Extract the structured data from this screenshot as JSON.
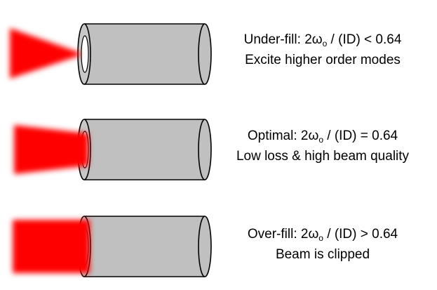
{
  "colors": {
    "beam": "#ff0000",
    "fiber_body": "#c0c0c0",
    "fiber_outline": "#000000",
    "fiber_end_face": "#c8c8c8",
    "fiber_bore": "#ffffff",
    "text": "#000000"
  },
  "cases": [
    {
      "condition": "Under-fill",
      "formula": {
        "prefix": "2ω",
        "subscript": "o",
        "suffix": " / (ID) < 0.64"
      },
      "description": "Excite higher order modes",
      "beam_shape": "converging-cone"
    },
    {
      "condition": "Optimal",
      "formula": {
        "prefix": "2ω",
        "subscript": "o",
        "suffix": " / (ID) = 0.64"
      },
      "description": "Low loss & high beam quality",
      "beam_shape": "slightly-tapered"
    },
    {
      "condition": "Over-fill",
      "formula": {
        "prefix": "2ω",
        "subscript": "o",
        "suffix": " / (ID) > 0.64"
      },
      "description": "Beam is clipped",
      "beam_shape": "full-width"
    }
  ]
}
